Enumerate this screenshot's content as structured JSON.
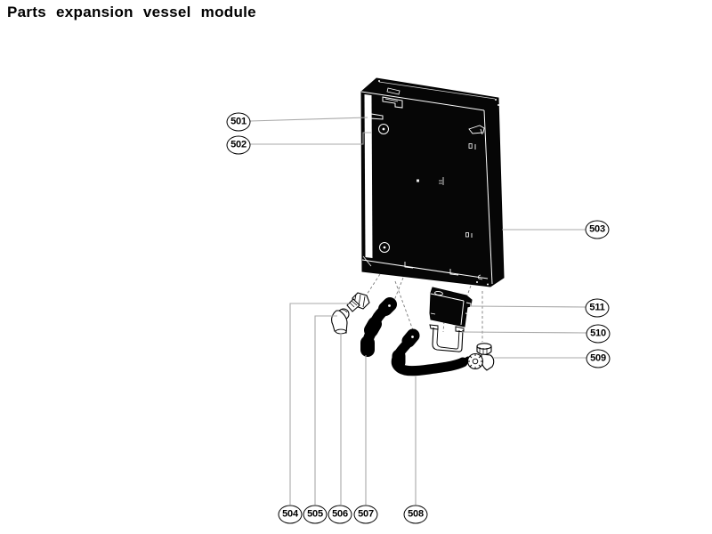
{
  "title": "Parts expansion vessel module",
  "callouts": {
    "items": [
      {
        "label": "501"
      },
      {
        "label": "502"
      },
      {
        "label": "503"
      },
      {
        "label": "504"
      },
      {
        "label": "505"
      },
      {
        "label": "506"
      },
      {
        "label": "507"
      },
      {
        "label": "508"
      },
      {
        "label": "509"
      },
      {
        "label": "510"
      },
      {
        "label": "511"
      }
    ]
  },
  "colors": {
    "ink": "#000000",
    "background": "#ffffff",
    "leader_line": "#a8a8a8",
    "projection_line": "#7a7a7a",
    "vessel_fill": "#060606",
    "detail_line": "#ffffff"
  }
}
